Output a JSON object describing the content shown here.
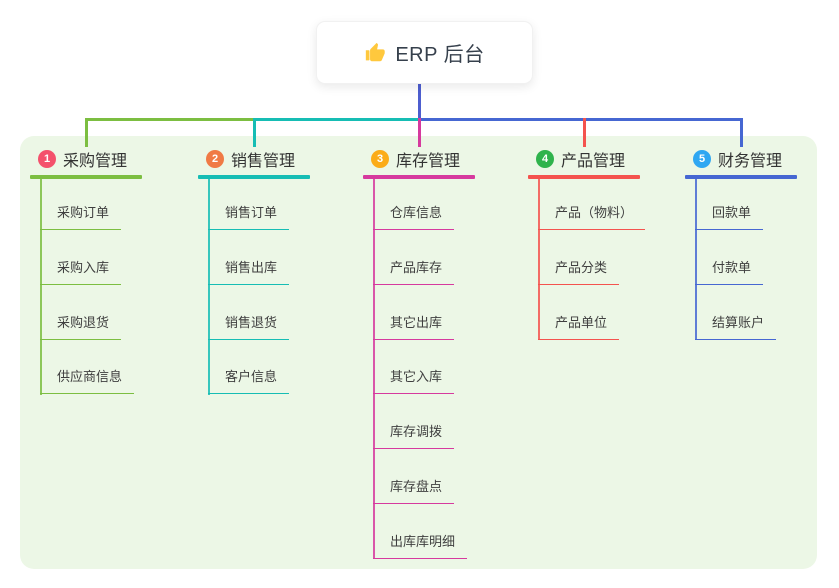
{
  "root": {
    "label": "ERP 后台",
    "icon": "thumbs-up-icon",
    "icon_color": "#FFC83D",
    "line_color": "#4D5ECF"
  },
  "panel": {
    "background": "#ECF7E6"
  },
  "branches": [
    {
      "number": "1",
      "title": "采购管理",
      "badge_color": "#F4516C",
      "line_color": "#7CBE41",
      "children": [
        "采购订单",
        "采购入库",
        "采购退货",
        "供应商信息"
      ]
    },
    {
      "number": "2",
      "title": "销售管理",
      "badge_color": "#F07A45",
      "line_color": "#16BDB4",
      "children": [
        "销售订单",
        "销售出库",
        "销售退货",
        "客户信息"
      ]
    },
    {
      "number": "3",
      "title": "库存管理",
      "badge_color": "#FBAC18",
      "line_color": "#D63A9E",
      "children": [
        "仓库信息",
        "产品库存",
        "其它出库",
        "其它入库",
        "库存调拨",
        "库存盘点",
        "出库库明细"
      ]
    },
    {
      "number": "4",
      "title": "产品管理",
      "badge_color": "#2FB34C",
      "line_color": "#F4534E",
      "children": [
        "产品（物料）",
        "产品分类",
        "产品单位"
      ]
    },
    {
      "number": "5",
      "title": "财务管理",
      "badge_color": "#2FA7F2",
      "line_color": "#4667D2",
      "children": [
        "回款单",
        "付款单",
        "结算账户"
      ]
    }
  ]
}
